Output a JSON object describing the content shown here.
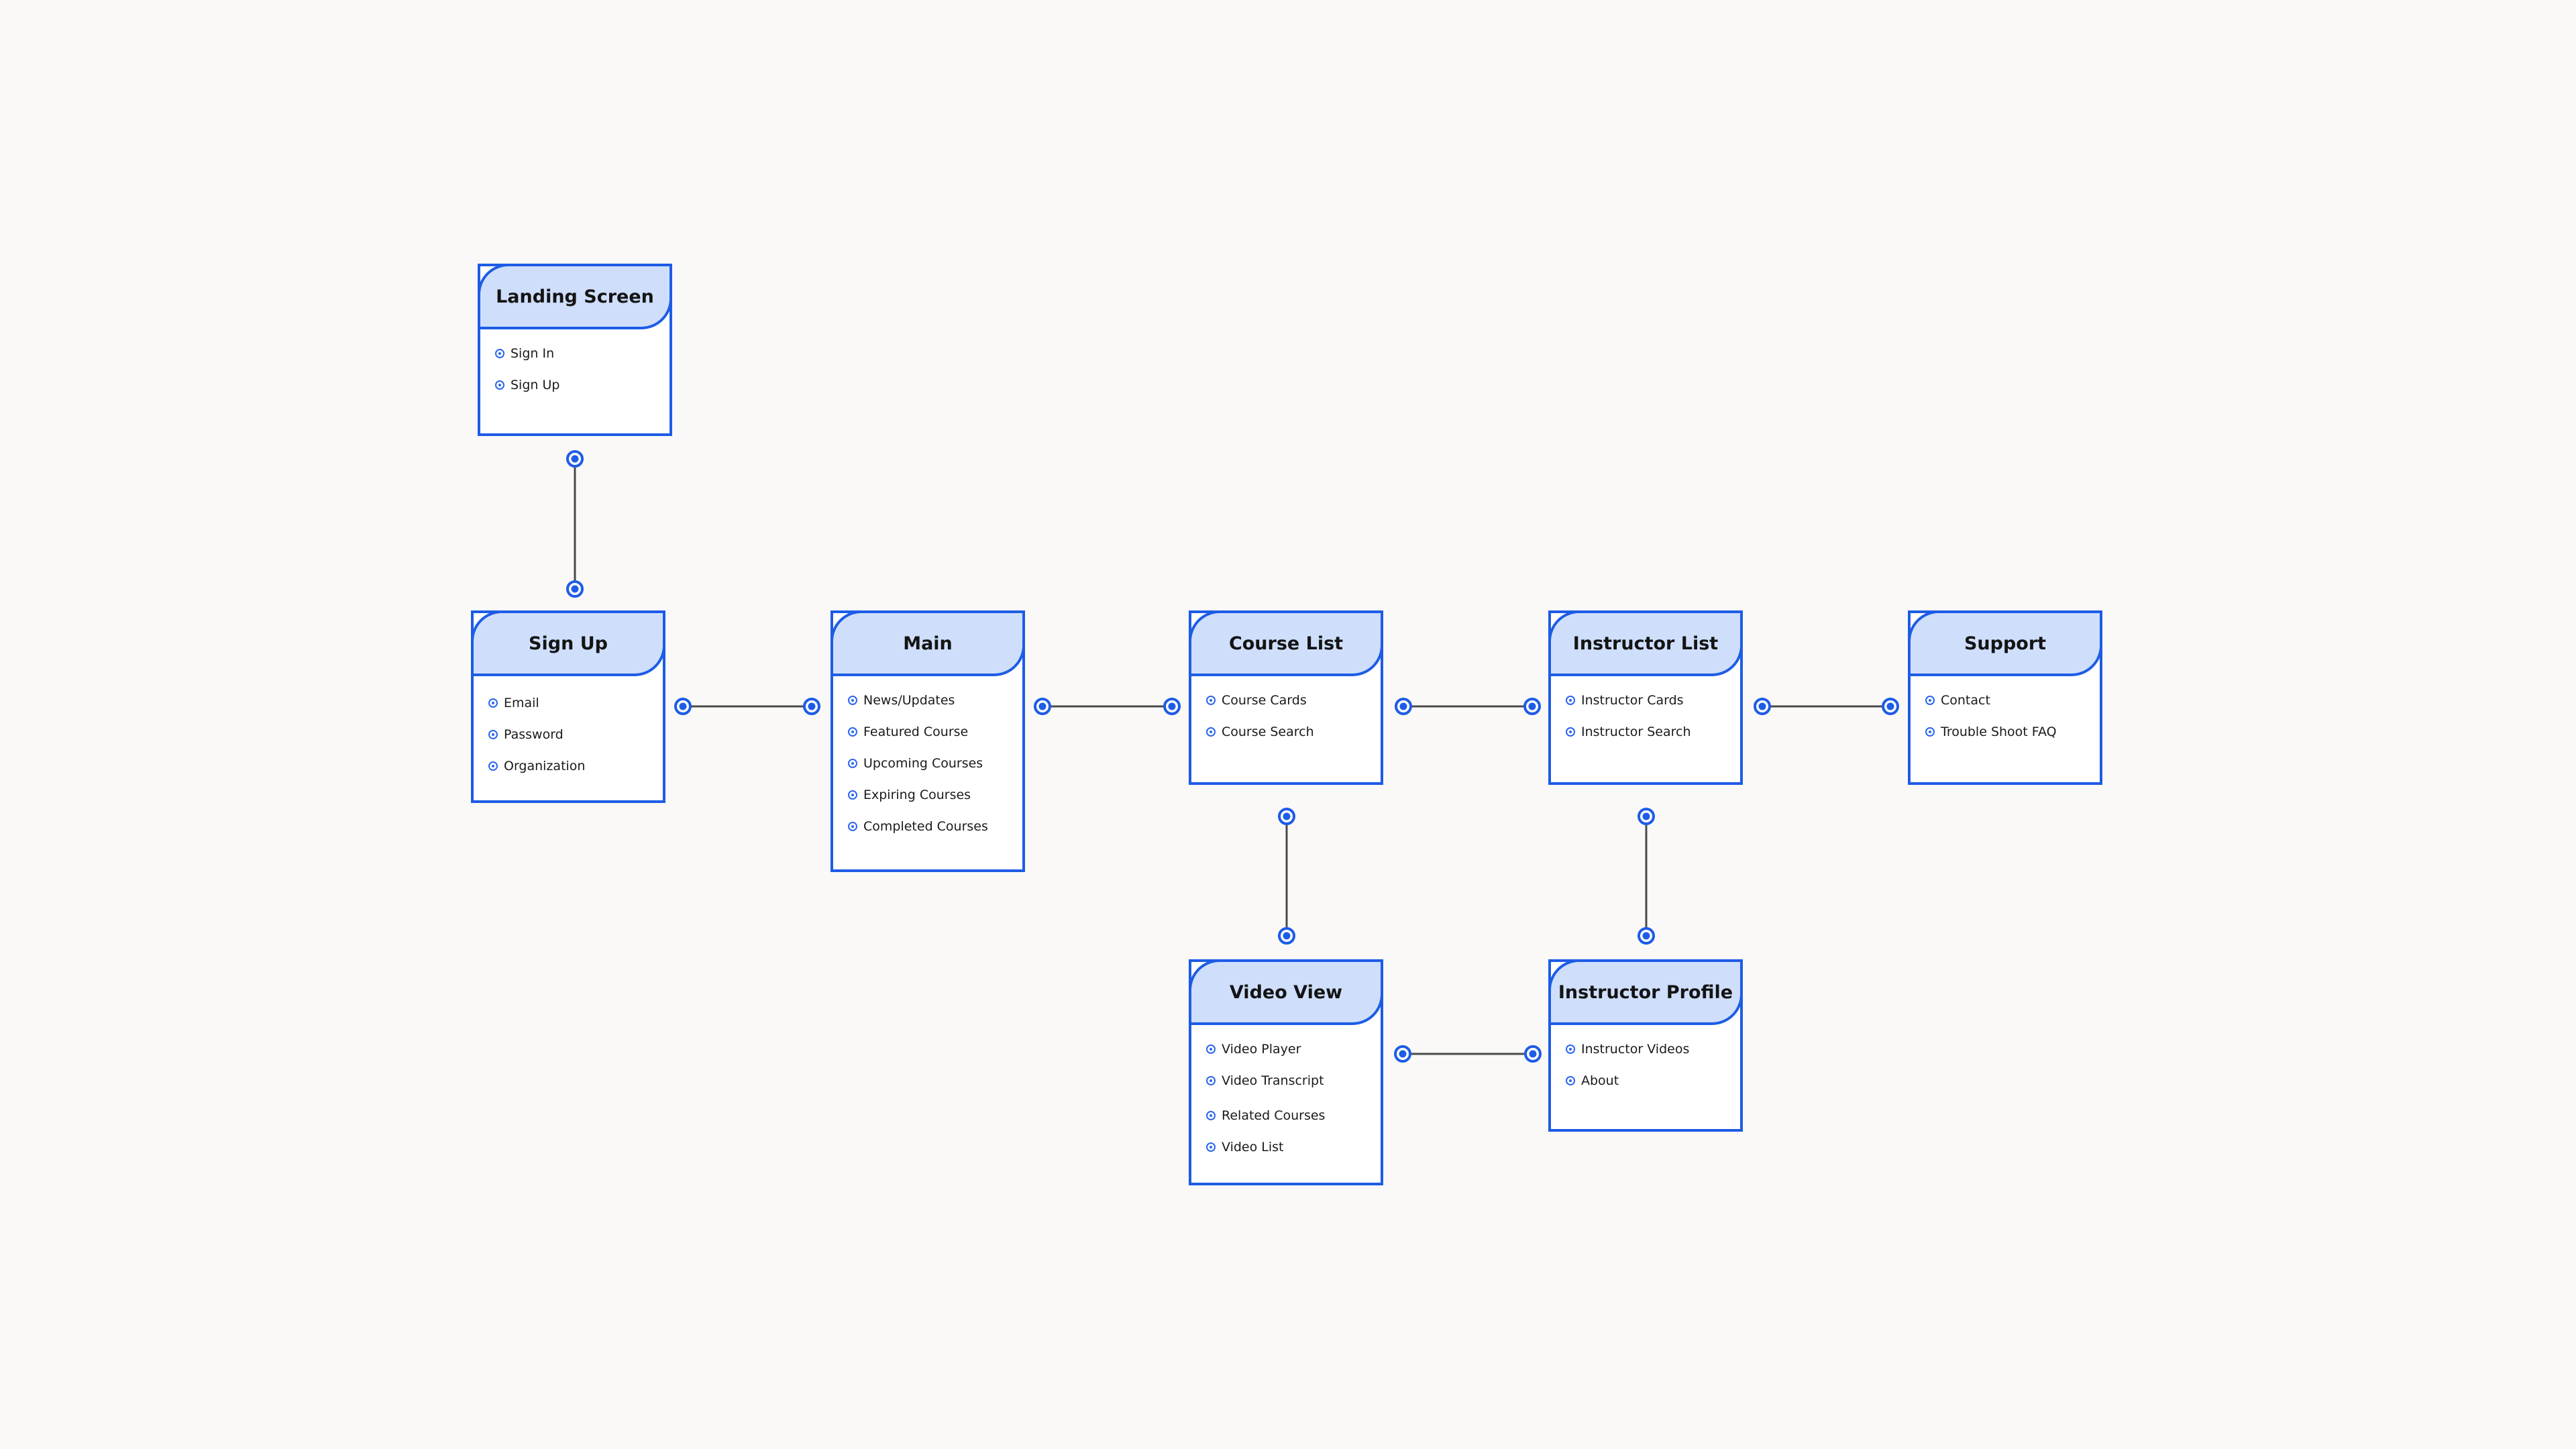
{
  "nodes": {
    "landing": {
      "title": "Landing Screen",
      "items": [
        "Sign In",
        "Sign Up"
      ]
    },
    "signup": {
      "title": "Sign Up",
      "items": [
        "Email",
        "Password",
        "Organization"
      ]
    },
    "main": {
      "title": "Main",
      "items": [
        "News/Updates",
        "Featured Course",
        "Upcoming Courses",
        "Expiring Courses",
        "Completed Courses"
      ]
    },
    "courselist": {
      "title": "Course List",
      "items": [
        "Course Cards",
        "Course Search"
      ]
    },
    "instructorlist": {
      "title": "Instructor List",
      "items": [
        "Instructor Cards",
        "Instructor Search"
      ]
    },
    "support": {
      "title": "Support",
      "items": [
        "Contact",
        "Trouble Shoot FAQ"
      ]
    },
    "videoview": {
      "title": "Video View",
      "items": [
        "Video Player",
        "Video Transcript",
        "Related Courses",
        "Video List"
      ]
    },
    "instructorprofile": {
      "title": "Instructor Profile",
      "items": [
        "Instructor Videos",
        "About"
      ]
    }
  },
  "connections": [
    [
      "landing",
      "signup"
    ],
    [
      "signup",
      "main"
    ],
    [
      "main",
      "courselist"
    ],
    [
      "courselist",
      "instructorlist"
    ],
    [
      "instructorlist",
      "support"
    ],
    [
      "courselist",
      "videoview"
    ],
    [
      "instructorlist",
      "instructorprofile"
    ],
    [
      "videoview",
      "instructorprofile"
    ]
  ],
  "colors": {
    "accent": "#1d5ce6",
    "header_fill": "#cfdffb",
    "connector_line": "#4a4a4a",
    "background": "#faf9f8"
  }
}
